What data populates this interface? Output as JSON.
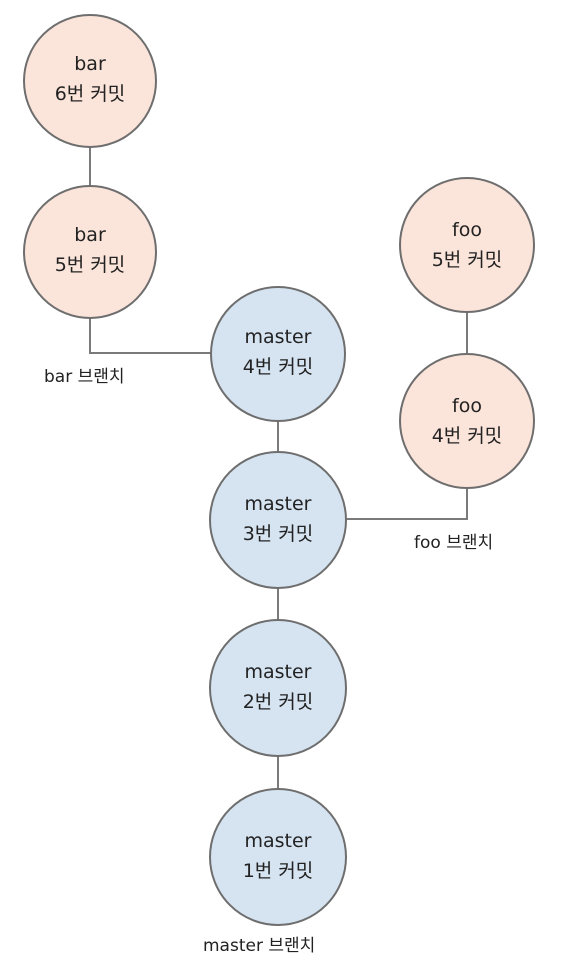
{
  "colors": {
    "feature_commit_fill": "#fbe4da",
    "master_commit_fill": "#d6e4f2",
    "stroke": "#6e6e6e",
    "connector": "#7a7a7a"
  },
  "commits": {
    "bar6": {
      "branch": "bar",
      "label": "6번 커밋"
    },
    "bar5": {
      "branch": "bar",
      "label": "5번 커밋"
    },
    "foo5": {
      "branch": "foo",
      "label": "5번 커밋"
    },
    "foo4": {
      "branch": "foo",
      "label": "4번 커밋"
    },
    "master4": {
      "branch": "master",
      "label": "4번 커밋"
    },
    "master3": {
      "branch": "master",
      "label": "3번 커밋"
    },
    "master2": {
      "branch": "master",
      "label": "2번 커밋"
    },
    "master1": {
      "branch": "master",
      "label": "1번 커밋"
    }
  },
  "branch_labels": {
    "bar": "bar 브랜치",
    "foo": "foo 브랜치",
    "master": "master 브랜치"
  }
}
